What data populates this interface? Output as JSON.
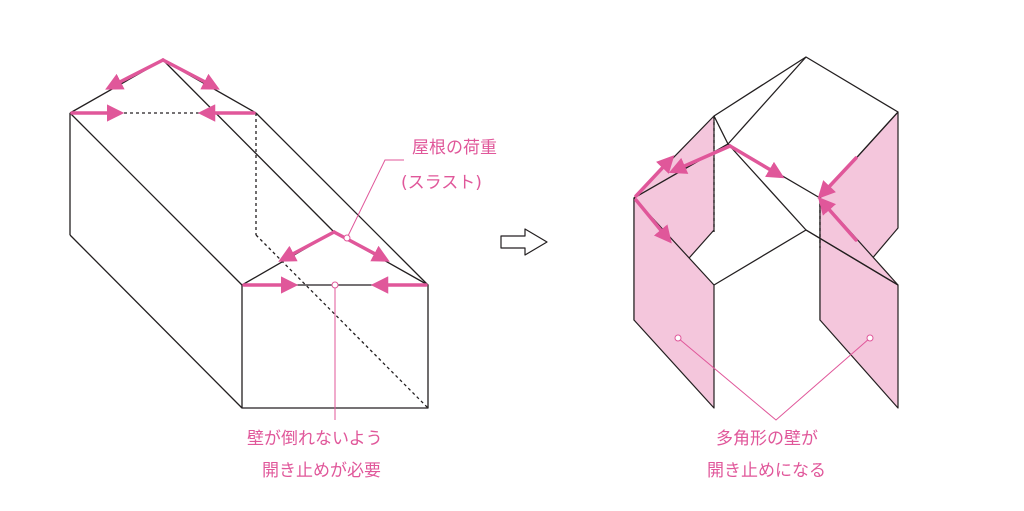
{
  "colors": {
    "accent": "#e0579a",
    "wall_fill": "#f4c6dc",
    "line": "#231f20"
  },
  "labels": {
    "roof_thrust_line1": "屋根の荷重",
    "roof_thrust_line2": "(スラスト)",
    "left_note_line1": "壁が倒れないよう",
    "left_note_line2": "開き止めが必要",
    "right_note_line1": "多角形の壁が",
    "right_note_line2": "開き止めになる"
  },
  "icons": {
    "transition": "right-arrow-outline-icon"
  }
}
